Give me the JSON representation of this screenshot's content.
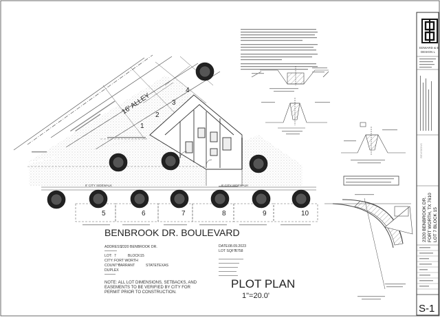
{
  "plan": {
    "alley_label": "16' ALLEY",
    "street_name": "BENBROOK DR. BOULEVARD",
    "sidewalk_left": "8' CITY SIDEWALK",
    "sidewalk_right": "8' CITY SIDEWALK",
    "lots": [
      "1",
      "2",
      "3",
      "4",
      "5",
      "6",
      "7",
      "8",
      "9",
      "10"
    ]
  },
  "info": {
    "address_label": "ADDRESS:",
    "address": "2320 BENBROOK DR.",
    "lot_label": "LOT:",
    "lot": "7",
    "block_label": "BLOCK:",
    "block": "15",
    "city_label": "CITY:",
    "city": "FORT WORTH",
    "county_label": "COUNTY:",
    "county": "TARRANT",
    "state_label": "STATE:",
    "state": "TEXAS",
    "use": "DUPLEX",
    "date_label": "DATE:",
    "date": "08.09.2023",
    "sqft_label": "LOT SQFT:",
    "sqft": "6758"
  },
  "note": {
    "line1": "NOTE: ALL LOT DIMENSIONS, SETBACKS, AND",
    "line2": "EASEMENTS TO BE VERIFIED BY CITY FOR",
    "line3": "PERMIT PRIOR TO CONSTRUCTION."
  },
  "title": {
    "main": "PLOT PLAN",
    "scale": "1\"=20.0'"
  },
  "titleblock": {
    "firm_line1": "EDWARD & B",
    "firm_line2": "DESIGN L",
    "project_line1": "2320 BENBROOK DR.",
    "project_line2": "FORT WORTH, TX 7610",
    "project_line3": "LOT 7 BLOCK 15",
    "sheet_number": "S-1"
  }
}
